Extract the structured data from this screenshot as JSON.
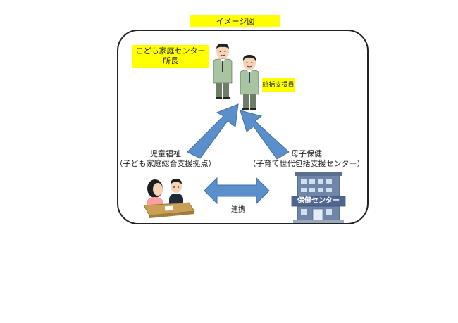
{
  "title": "イメージ図",
  "roles": {
    "director_line1": "こども家庭センター",
    "director_line2": "所長",
    "coordinator": "統括支援員"
  },
  "left_entity": {
    "name": "児童福祉",
    "detail": "（子ども家庭総合支援拠点）"
  },
  "right_entity": {
    "name": "母子保健",
    "detail": "（子育て世代包括支援センター）",
    "building_sign": "保健センター"
  },
  "link_label": "連携",
  "colors": {
    "highlight": "#ffff00",
    "arrow": "#5b8fcb",
    "arrow_stroke": "#3f6fa8",
    "suit": "#a9c4a0"
  }
}
